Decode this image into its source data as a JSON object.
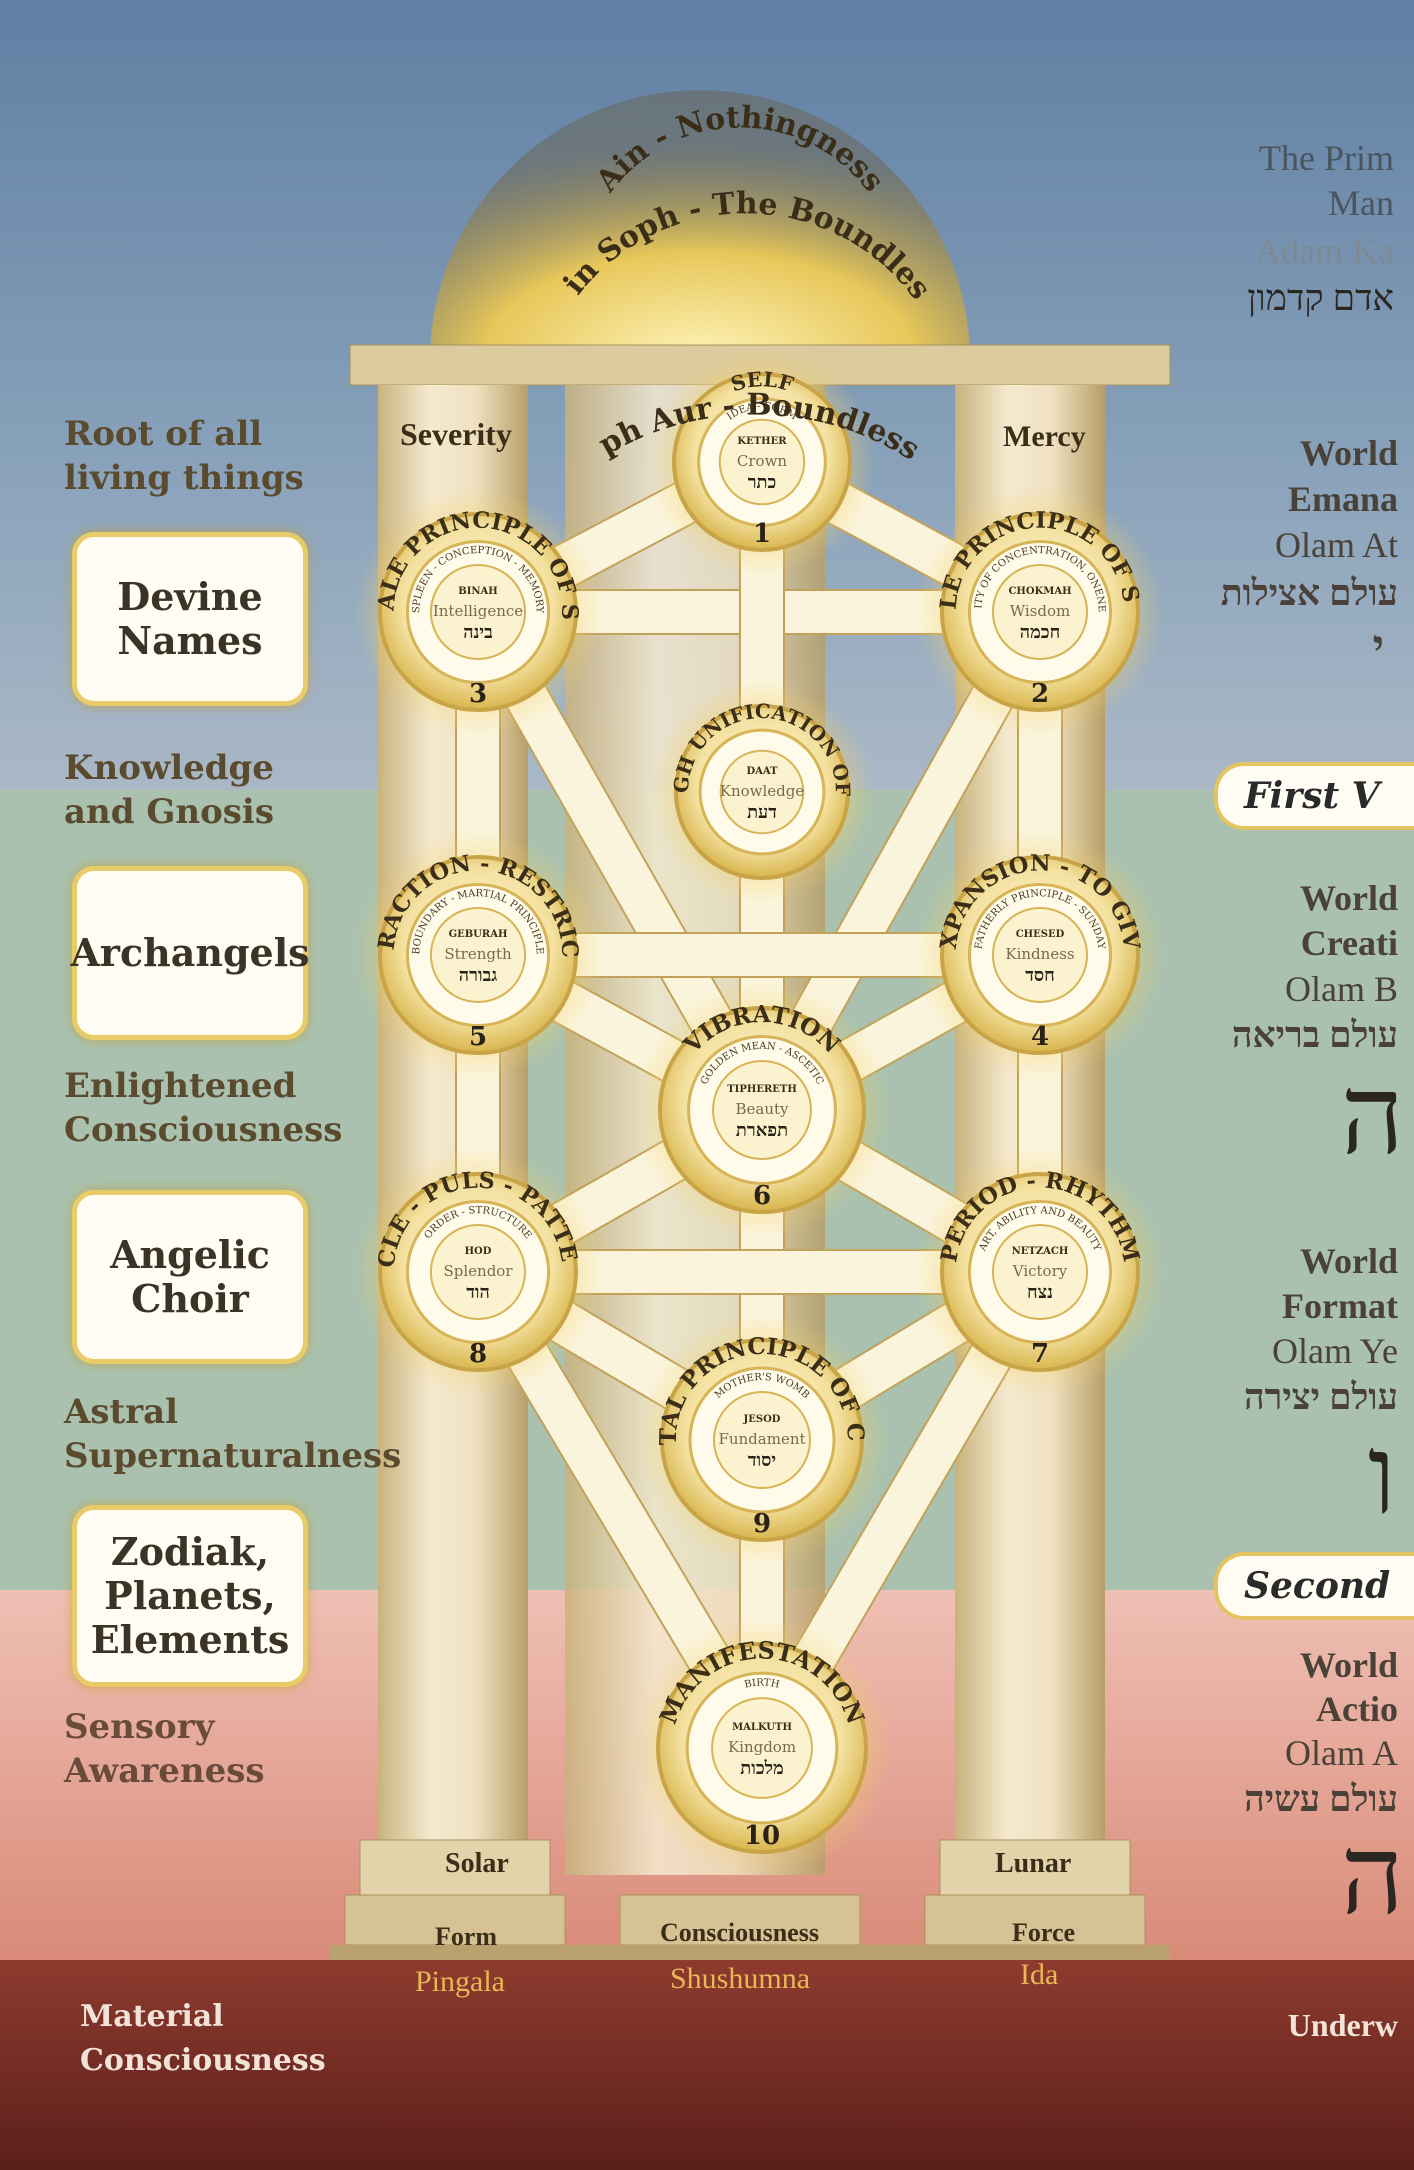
{
  "top_arcs": [
    "Ain - Nothingness",
    "Ain Soph - The Boundless",
    "Ain Soph Aur - Boundless Light"
  ],
  "top_right": {
    "line1": "The Prim",
    "line2": "Man",
    "line3": "Adam Ka",
    "hebrew": "אדם קדמון"
  },
  "pillar_top_left": "Severity",
  "pillar_top_right": "Mercy",
  "pillar_bottom": {
    "solar": "Solar",
    "lunar": "Lunar",
    "form": "Form",
    "consciousness": "Consciousness",
    "force": "Force",
    "pingala": "Pingala",
    "shushumna": "Shushumna",
    "ida": "Ida"
  },
  "left_labels": {
    "root": "Root of all\nliving things",
    "knowledge": "Knowledge\nand Gnosis",
    "enlightened": "Enlightened\nConsciousness",
    "astral": "Astral\nSupernaturalness",
    "sensory": "Sensory\nAwareness",
    "material": "Material\nConsciousness"
  },
  "left_boxes": {
    "devine": "Devine\nNames",
    "archangels": "Archangels",
    "angelic": "Angelic\nChoir",
    "zodiak": "Zodiak,\nPlanets,\nElements"
  },
  "right_worlds": {
    "emanation": {
      "line1": "World",
      "line2": "Emana",
      "line3": "Olam At",
      "hebrew": "עולם אצילות",
      "letter": "י"
    },
    "creation": {
      "line1": "World",
      "line2": "Creati",
      "line3": "Olam B",
      "hebrew": "עולם בריאה",
      "letter": "ה"
    },
    "formation": {
      "line1": "World",
      "line2": "Format",
      "line3": "Olam Ye",
      "hebrew": "עולם יצירה",
      "letter": "ו"
    },
    "action": {
      "line1": "World",
      "line2": "Actio",
      "line3": "Olam A",
      "hebrew": "עולם עשיה",
      "letter": "ה"
    },
    "underworld": "Underw"
  },
  "badges": {
    "first": "First V",
    "second": "Second"
  },
  "sephiroth": [
    {
      "num": "1",
      "arc": "SELF",
      "inner": "IDEA - FORM",
      "name": "KETHER",
      "eng": "Crown",
      "heb": "כתר"
    },
    {
      "num": "2",
      "arc": "MALE PRINCIPLE OF SELF",
      "inner": "UNITY OF CONCENTRATION, ONENESS",
      "name": "CHOKMAH",
      "eng": "Wisdom",
      "heb": "חכמה"
    },
    {
      "num": "3",
      "arc": "FEMALE PRINCIPLE OF SELF",
      "inner": "SPLEEN - CONCEPTION - MEMORY",
      "name": "BINAH",
      "eng": "Intelligence",
      "heb": "בינה"
    },
    {
      "num": "4",
      "arc": "EXPANSION - TO GIVE",
      "inner": "FATHERLY PRINCIPLE - SUNDAY",
      "name": "CHESED",
      "eng": "Kindness",
      "heb": "חסד"
    },
    {
      "num": "5",
      "arc": "CONTRACTION - RESTRICTION",
      "inner": "BOUNDARY - MARTIAL PRINCIPLE",
      "name": "GEBURAH",
      "eng": "Strength",
      "heb": "גבורה"
    },
    {
      "num": "6",
      "arc": "VIBRATION",
      "inner": "GOLDEN MEAN - ASCETIC",
      "name": "TIPHERETH",
      "eng": "Beauty",
      "heb": "תפארת"
    },
    {
      "num": "7",
      "arc": "PERIOD - RHYTHM",
      "inner": "ART, ABILITY AND BEAUTY",
      "name": "NETZACH",
      "eng": "Victory",
      "heb": "נצח"
    },
    {
      "num": "8",
      "arc": "CYCLE - PULS - PATTERN",
      "inner": "ORDER - STRUCTURE",
      "name": "HOD",
      "eng": "Splendor",
      "heb": "הוד"
    },
    {
      "num": "9",
      "arc": "FUNDAMENTAL PRINCIPLE OF CONCEPTION",
      "inner": "MOTHER'S WOMB",
      "name": "JESOD",
      "eng": "Fundament",
      "heb": "יסוד"
    },
    {
      "num": "10",
      "arc": "MANIFESTATION",
      "inner": "BIRTH",
      "name": "MALKUTH",
      "eng": "Kingdom",
      "heb": "מלכות"
    }
  ],
  "daat": {
    "arc": "UNDERSTANDING THROUGH UNIFICATION OF WISDOM AND THE MIND",
    "name": "DAAT",
    "eng": "Knowledge",
    "heb": "דעת"
  },
  "colors": {
    "sky": "#7f9bb7",
    "green": "#a8c0ad",
    "rose": "#e6b4aa",
    "underworld": "#7a2f26",
    "gold": "#e8c95c"
  }
}
